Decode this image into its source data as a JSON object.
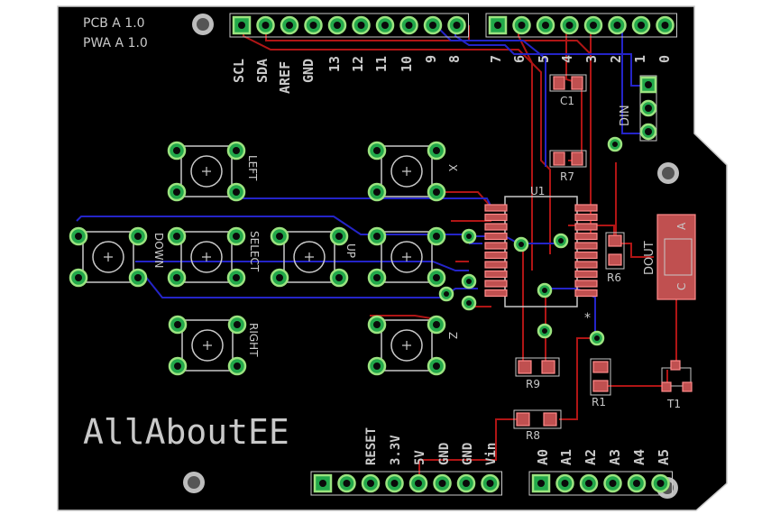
{
  "board": {
    "version_lines": [
      "PCB A 1.0",
      "PWA A 1.0"
    ],
    "logo_text": "AllAboutEE",
    "colors": {
      "board": "#000000",
      "edge": "#c9c9c9",
      "pad": "#22a84a",
      "pad_ring": "#9be37f",
      "top_trace": "#b01515",
      "bottom_trace": "#2424c8",
      "smd_pad": "#c05050"
    }
  },
  "header_top_left": [
    "SCL",
    "SDA",
    "AREF",
    "GND",
    "13",
    "12",
    "11",
    "10",
    "9",
    "8"
  ],
  "header_top_right": [
    "7",
    "6",
    "5",
    "4",
    "3",
    "2",
    "1",
    "0"
  ],
  "header_bottom_power": [
    "RESET",
    "3.3V",
    "5V",
    "GND",
    "GND",
    "Vin"
  ],
  "header_bottom_analog": [
    "A0",
    "A1",
    "A2",
    "A3",
    "A4",
    "A5"
  ],
  "buttons": [
    "LEFT",
    "X",
    "DOWN",
    "SELECT",
    "UP",
    "RIGHT",
    "Z"
  ],
  "components": {
    "ic": "U1",
    "caps": [
      "C1"
    ],
    "resistors": [
      "R7",
      "R6",
      "R9",
      "R1",
      "R8"
    ],
    "transistor": "T1",
    "led_marks": [
      "A",
      "C"
    ],
    "connector_labels": [
      "DIN",
      "DOUT"
    ],
    "pin1_mark": "*"
  }
}
